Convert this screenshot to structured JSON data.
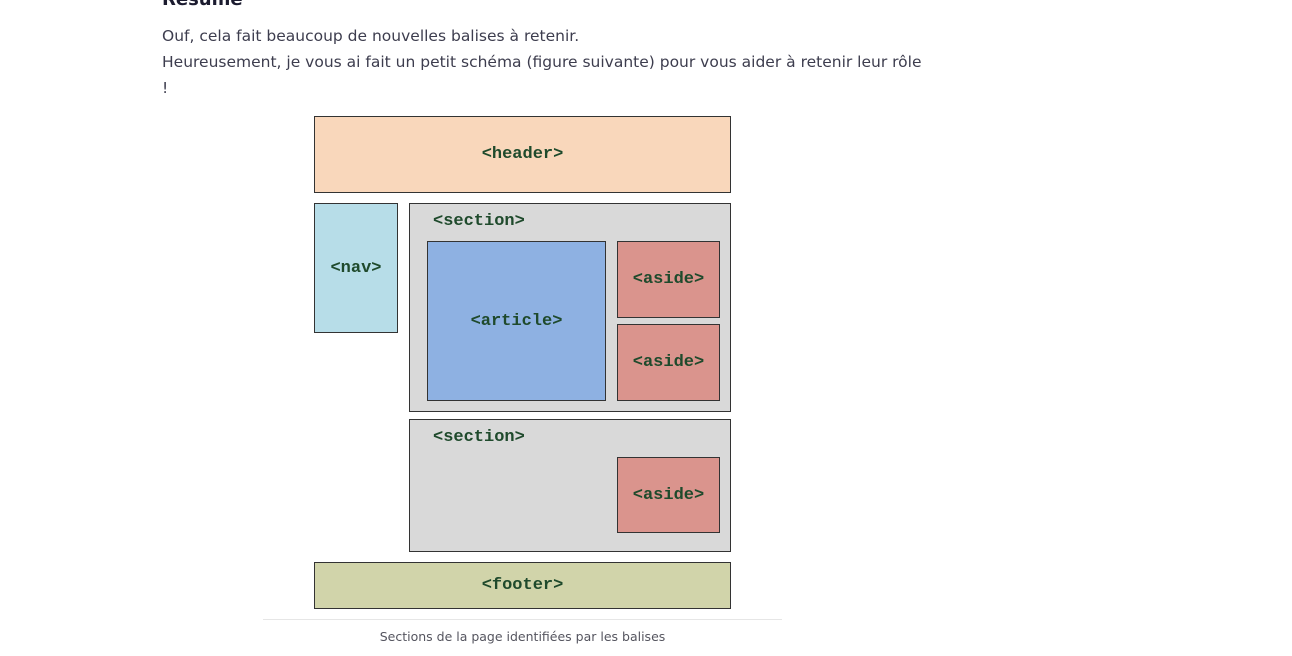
{
  "heading": "Résumé",
  "paragraphs": [
    "Ouf, cela fait beaucoup de nouvelles balises à retenir.",
    "Heureusement, je vous ai fait un petit schéma (figure suivante) pour vous aider à retenir leur rôle",
    "!"
  ],
  "diagram": {
    "header": "<header>",
    "nav": "<nav>",
    "section_top": "<section>",
    "article": "<article>",
    "aside_top": "<aside>",
    "aside_middle": "<aside>",
    "section_bottom": "<section>",
    "aside_bottom": "<aside>",
    "footer": "<footer>",
    "colors": {
      "header": "#f9d7bb",
      "nav": "#b7dde8",
      "section": "#d9d9d9",
      "article": "#8eb1e2",
      "aside": "#da948d",
      "footer": "#d1d4aa",
      "label_text": "#1f4a2c"
    }
  },
  "caption": "Sections de la page identifiées par les balises"
}
